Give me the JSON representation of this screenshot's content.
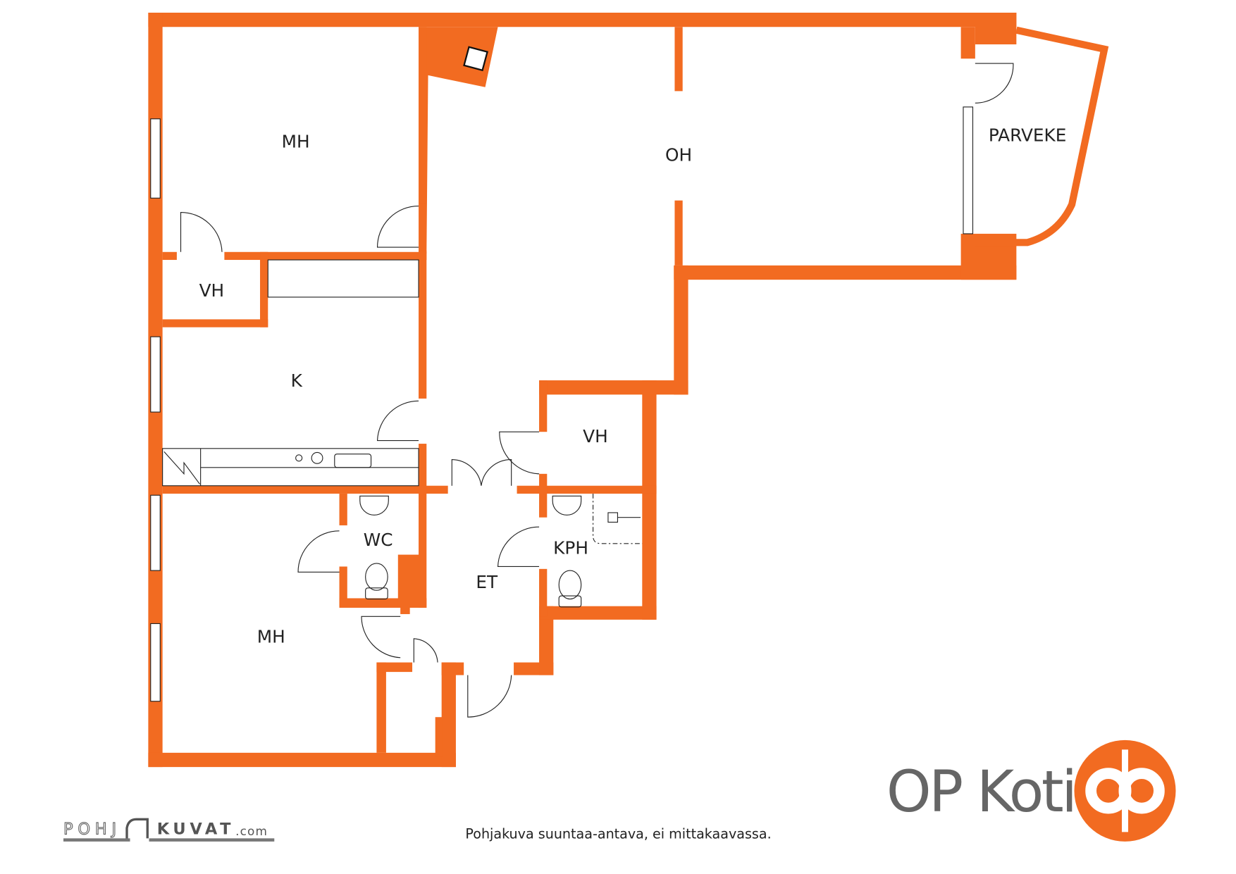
{
  "rooms": {
    "mh_top": "MH",
    "oh": "OH",
    "parveke": "PARVEKE",
    "vh_left": "VH",
    "k": "K",
    "vh_mid": "VH",
    "wc": "WC",
    "kph": "KPH",
    "et": "ET",
    "mh_bottom": "MH"
  },
  "footer": {
    "disclaimer": "Pohjakuva suuntaa-antava, ei mittakaavassa.",
    "pohjakuvat_logo": {
      "part1": "POHJ",
      "part2": "KUVAT",
      "part3": ".com"
    },
    "brand_name": "OP Koti"
  },
  "colors": {
    "wall": "#f26b21",
    "brand_text": "#666666"
  }
}
